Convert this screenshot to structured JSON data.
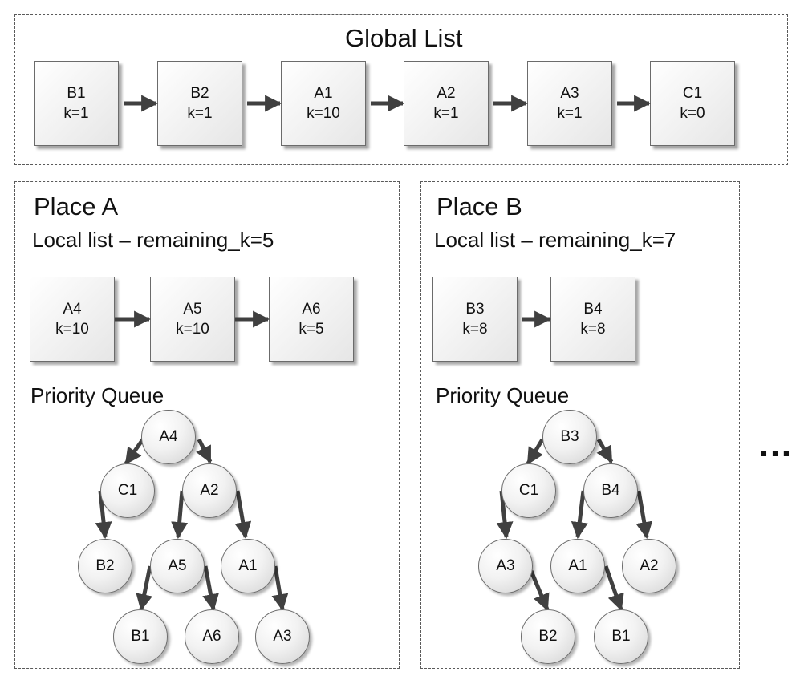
{
  "global": {
    "title": "Global List",
    "items": [
      {
        "name": "B1",
        "k": "k=1"
      },
      {
        "name": "B2",
        "k": "k=1"
      },
      {
        "name": "A1",
        "k": "k=10"
      },
      {
        "name": "A2",
        "k": "k=1"
      },
      {
        "name": "A3",
        "k": "k=1"
      },
      {
        "name": "C1",
        "k": "k=0"
      }
    ]
  },
  "placeA": {
    "title": "Place A",
    "local_label": "Local list – remaining_k=5",
    "items": [
      {
        "name": "A4",
        "k": "k=10"
      },
      {
        "name": "A5",
        "k": "k=10"
      },
      {
        "name": "A6",
        "k": "k=5"
      }
    ],
    "pq_label": "Priority Queue",
    "pq_nodes": [
      "A4",
      "C1",
      "A2",
      "B2",
      "A5",
      "A1",
      "B1",
      "A6",
      "A3"
    ]
  },
  "placeB": {
    "title": "Place B",
    "local_label": "Local list – remaining_k=7",
    "items": [
      {
        "name": "B3",
        "k": "k=8"
      },
      {
        "name": "B4",
        "k": "k=8"
      }
    ],
    "pq_label": "Priority Queue",
    "pq_nodes": [
      "B3",
      "C1",
      "B4",
      "A3",
      "A1",
      "A2",
      "B2",
      "B1"
    ]
  },
  "ellipsis": "…"
}
